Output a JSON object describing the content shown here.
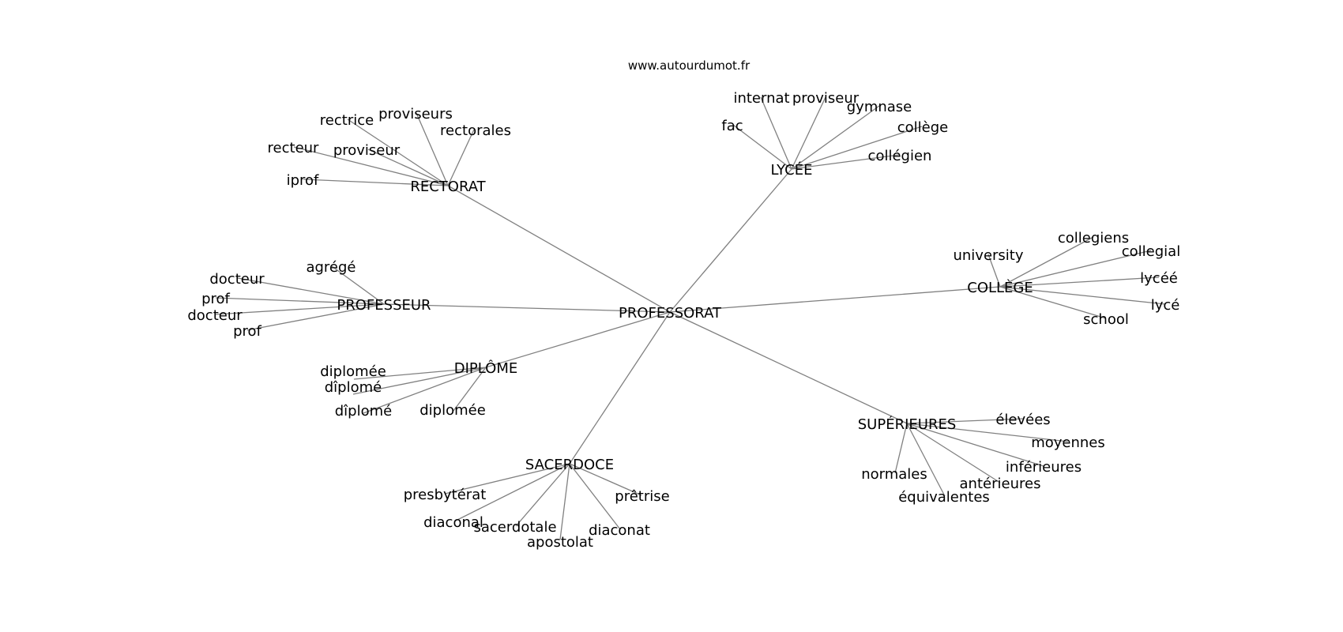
{
  "site": "www.autourdumot.fr",
  "root": "PROFESSORAT",
  "hubs": [
    {
      "id": "rectorat",
      "label": "RECTORAT",
      "children": [
        "rectrice",
        "proviseurs",
        "rectorales",
        "recteur",
        "proviseur",
        "iprof"
      ]
    },
    {
      "id": "lycee",
      "label": "LYCÉE",
      "children": [
        "internat",
        "proviseur",
        "gymnase",
        "fac",
        "collège",
        "collégien"
      ]
    },
    {
      "id": "college",
      "label": "COLLÈGE",
      "children": [
        "university",
        "collegiens",
        "collegial",
        "lycéé",
        "lycé",
        "school"
      ]
    },
    {
      "id": "professeur",
      "label": "PROFESSEUR",
      "children": [
        "agrégé",
        "docteur",
        "prof",
        "docteur",
        "prof"
      ]
    },
    {
      "id": "diplome",
      "label": "DIPLÔME",
      "children": [
        "diplomée",
        "dîplomé",
        "dîplomé",
        "diplomée"
      ]
    },
    {
      "id": "sacerdoce",
      "label": "SACERDOCE",
      "children": [
        "presbytérat",
        "prêtrise",
        "diaconal",
        "sacerdotale",
        "apostolat",
        "diaconat"
      ]
    },
    {
      "id": "superieures",
      "label": "SUPÉRIEURES",
      "children": [
        "élevées",
        "moyennes",
        "inférieures",
        "normales",
        "antérieures",
        "équivalentes"
      ]
    }
  ]
}
